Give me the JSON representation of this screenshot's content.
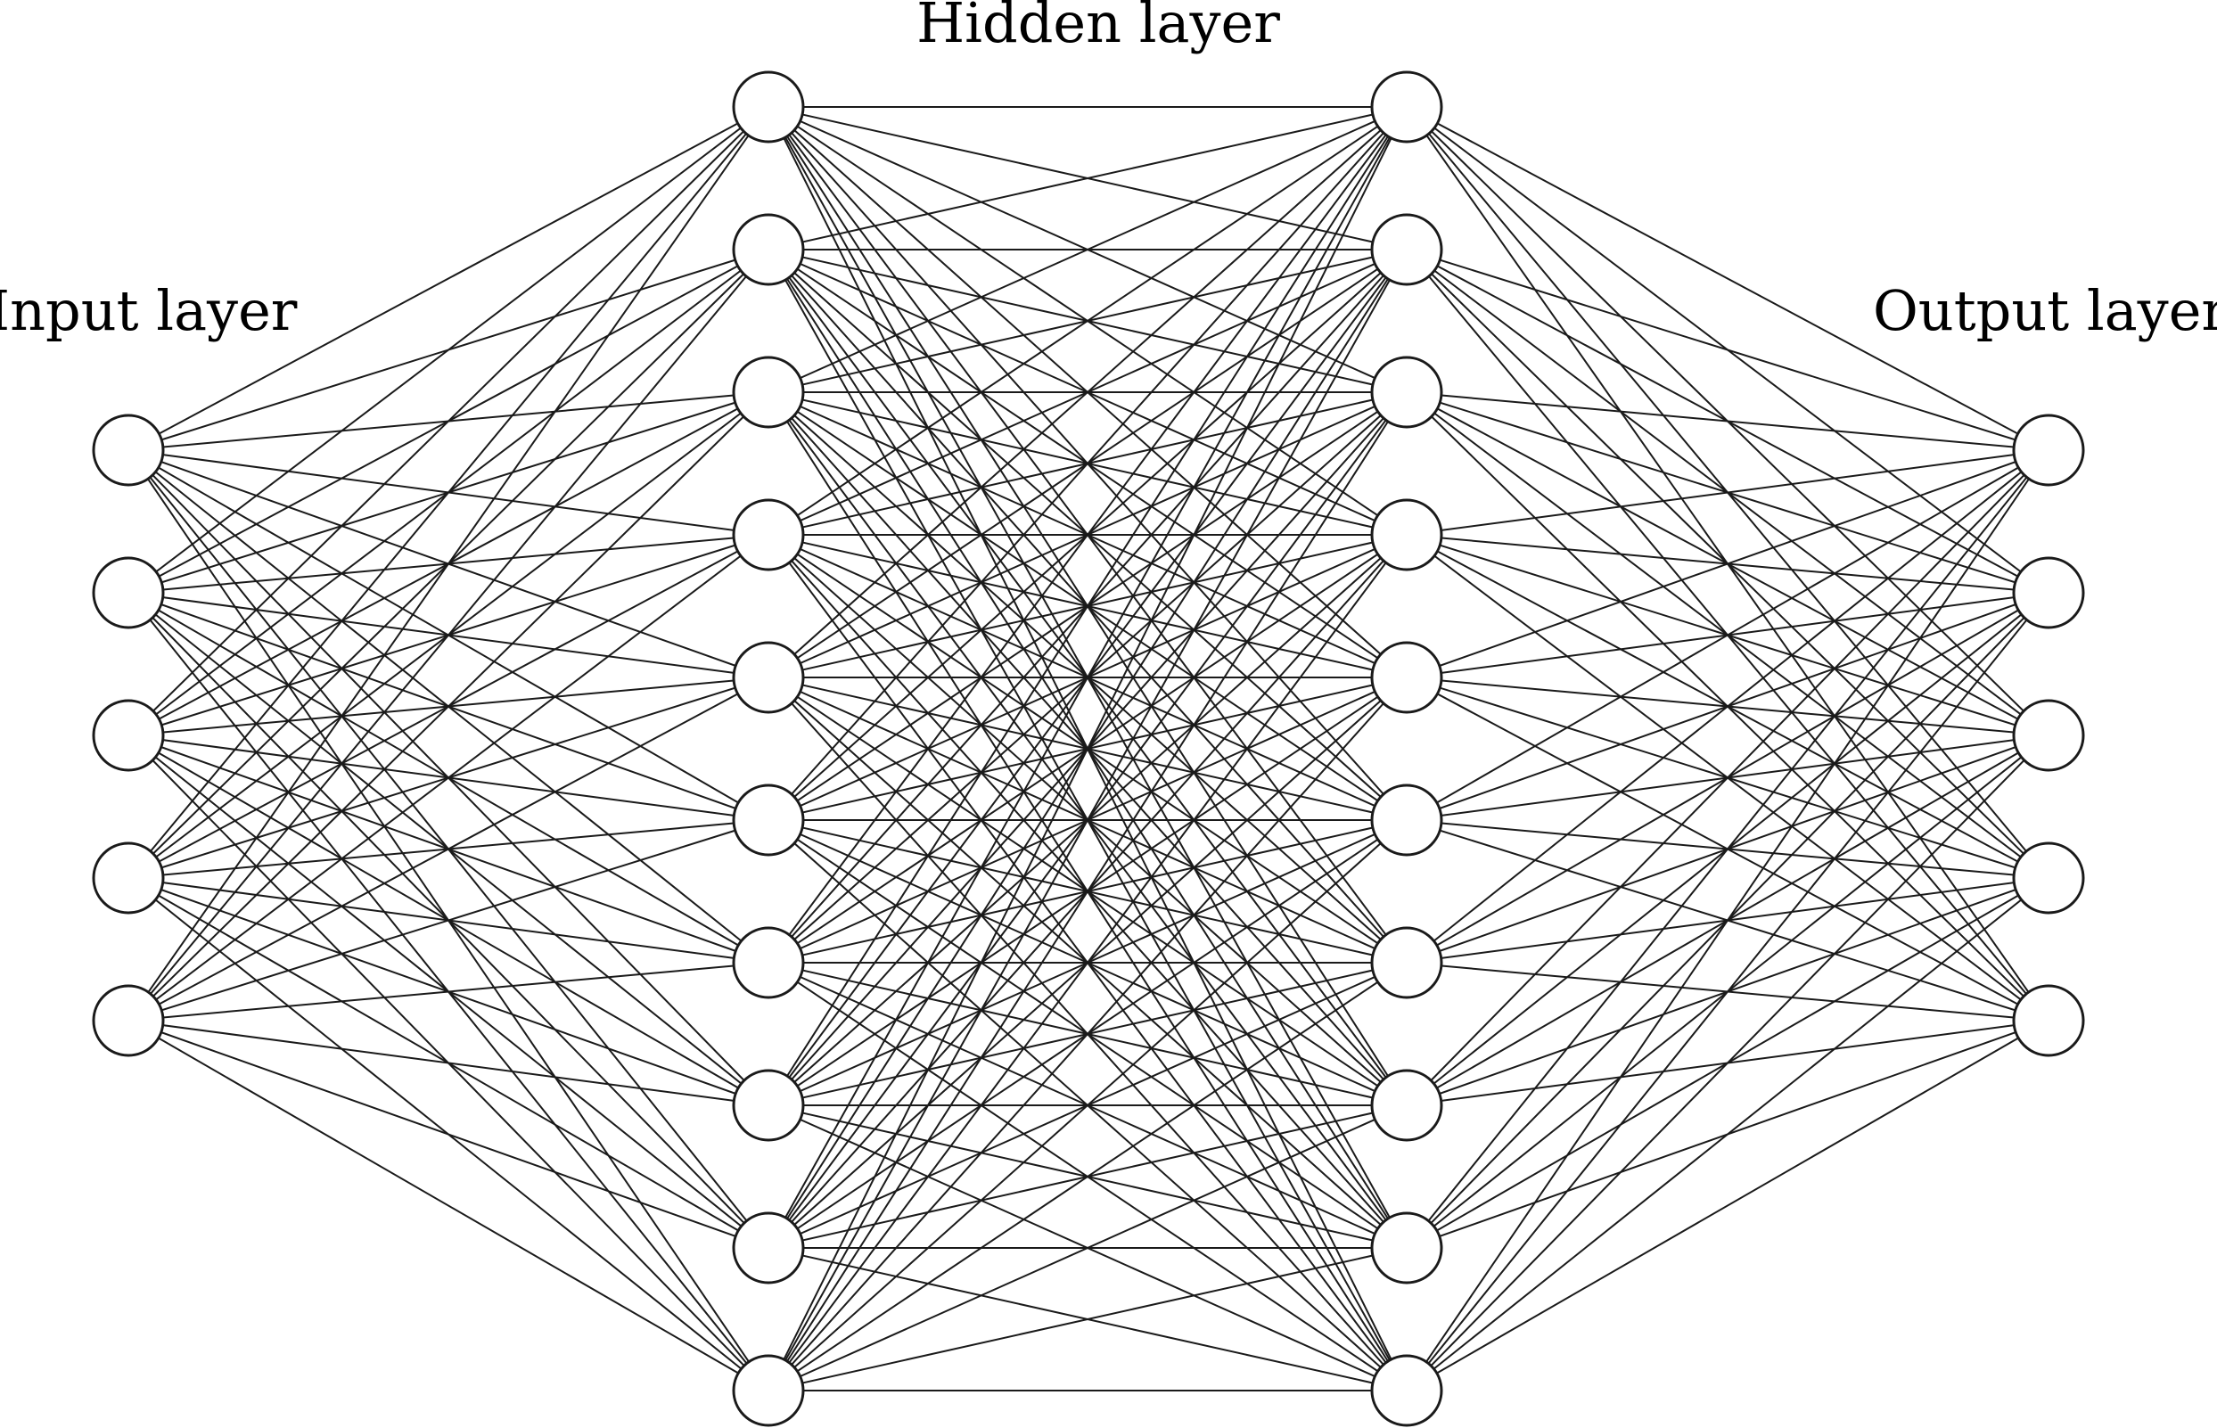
{
  "diagram": {
    "type": "feed-forward neural network",
    "labels": {
      "input": "Input layer",
      "hidden": "Hidden layer",
      "output": "Output layer"
    },
    "layers": [
      {
        "role": "input",
        "nodes": 5
      },
      {
        "role": "hidden",
        "nodes": 10
      },
      {
        "role": "hidden",
        "nodes": 10
      },
      {
        "role": "output",
        "nodes": 5
      }
    ],
    "connectivity": "fully-connected between adjacent layers",
    "colors": {
      "stroke": "#1a1a1a",
      "node_fill": "#ffffff",
      "background": "#ffffff"
    }
  }
}
